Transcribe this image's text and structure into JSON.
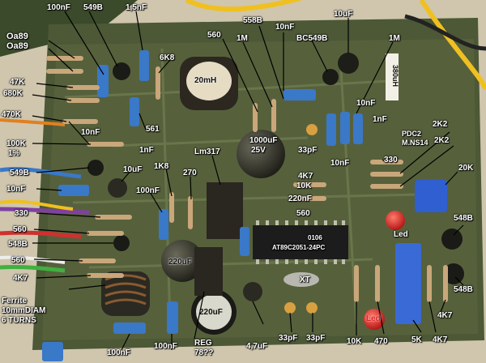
{
  "labels": {
    "c100nf_top": "100nF",
    "t549b_top": "549B",
    "c15nf": "1,5nF",
    "oa89_1": "Oa89",
    "oa89_2": "Oa89",
    "l558b": "558B",
    "c10nf_tr": "10nF",
    "c10uf_top": "10uF",
    "r560_top": "560",
    "r1m_a": "1M",
    "bc549b": "BC549B",
    "r1m_b": "1M",
    "r6k8": "6K8",
    "l20mh": "20mH",
    "r47k": "47K",
    "r680k": "680K",
    "r470k": "470K",
    "c10nf_l": "10nF",
    "r561": "561",
    "c1nf_l": "1nF",
    "r100k": "100K",
    "pct1": "1%",
    "c1000uf": "1000uF",
    "v25": "25V",
    "c33pf_mid": "33pF",
    "c10nf_r1": "10nF",
    "c1nf_r": "1nF",
    "c10nf_r2": "10nF",
    "r2k2_a": "2K2",
    "r2k2_b": "2K2",
    "t549b_l": "549B",
    "c10uf_mid": "10uF",
    "c10nf_l2": "10nF",
    "lm317": "Lm317",
    "r1k8": "1K8",
    "r270": "270",
    "c100nf_mid": "100nF",
    "r4k7_mid": "4K7",
    "r10k_mid": "10K",
    "c220nf": "220nF",
    "r560_mid": "560",
    "r330_r": "330",
    "r20k": "20K",
    "r330_l": "330",
    "r560_l": "560",
    "t548b_l": "548B",
    "r560_l2": "560",
    "c220uf_a": "220uF",
    "r4k7_l": "4K7",
    "ferrite1": "Ferrite",
    "ferrite2": "10mmDIAM",
    "ferrite3": "6 TURNS",
    "led_top": "Led",
    "t548b_r1": "548B",
    "t548b_r2": "548B",
    "xt": "XT",
    "chip1": "AT89C2051-24PC",
    "chip2": "0106",
    "c220uf_b": "220uF",
    "c100nf_bl": "100nF",
    "c100nf_bm": "100nF",
    "reg1": "REG",
    "reg2": "78??",
    "c47uf": "4,7uF",
    "c33pf_b1": "33pF",
    "c33pf_b2": "33pF",
    "r10k_b": "10K",
    "r470_b": "470",
    "led_bottom": "Led",
    "r5k": "5K",
    "r4k7_b1": "4K7",
    "r4k7_b2": "4K7",
    "hand_note": "380uH",
    "pcb_code1": "PDC2",
    "pcb_code2": "M.NS14"
  },
  "colors": {
    "board": "#4f5a38",
    "board_dark": "#3f4a2c",
    "cap_blue": "#3a78c8",
    "trimmer_blue": "#2f5fd0",
    "wire_yellow": "#f0c020",
    "wire_red": "#d03030",
    "wire_green": "#40b040",
    "led_red": "#e02020"
  }
}
